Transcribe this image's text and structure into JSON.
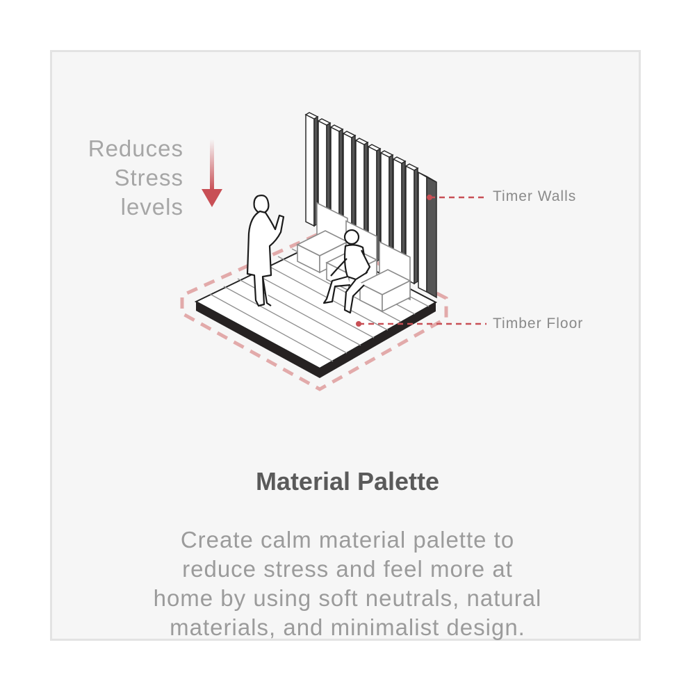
{
  "side_note": {
    "lines": [
      "Reduces",
      "Stress",
      "levels"
    ]
  },
  "callouts": {
    "walls": "Timer Walls",
    "floor": "Timber Floor"
  },
  "title": "Material Palette",
  "description": {
    "lines": [
      "Create calm material palette to",
      "reduce stress and feel more at",
      "home by using soft neutrals, natural",
      "materials, and minimalist design."
    ]
  },
  "colors": {
    "accent": "#c84f55",
    "dashed_outline": "#e2aaaa",
    "text_gray": "#a6a6a6",
    "title_gray": "#5a5a5a",
    "card_bg": "#f6f6f6"
  },
  "icons": [
    "down-arrow-icon",
    "standing-person-icon",
    "seated-person-icon",
    "chair-icon",
    "timber-wall-icon",
    "timber-floor-icon"
  ]
}
